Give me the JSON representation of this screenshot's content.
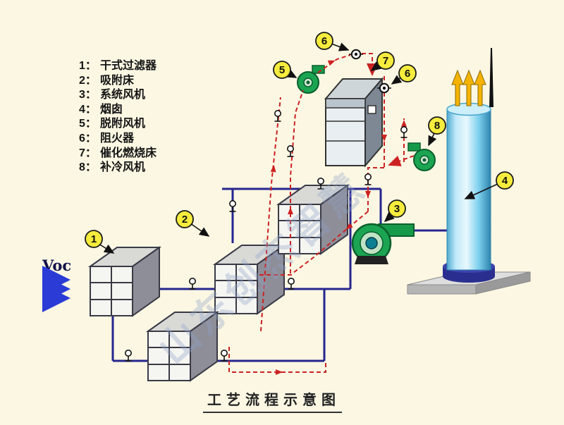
{
  "page": {
    "background": "#fbf7e3",
    "title": "工艺流程示意图",
    "watermark": "山东创杰智慧"
  },
  "legend": {
    "items": [
      {
        "num": "1：",
        "label": "干式过滤器"
      },
      {
        "num": "2：",
        "label": "吸附床"
      },
      {
        "num": "3：",
        "label": "系统风机"
      },
      {
        "num": "4：",
        "label": "烟囱"
      },
      {
        "num": "5：",
        "label": "脱附风机"
      },
      {
        "num": "6：",
        "label": "阻火器"
      },
      {
        "num": "7：",
        "label": "催化燃烧床"
      },
      {
        "num": "8：",
        "label": "补冷风机"
      }
    ]
  },
  "diagram": {
    "voc": "Voc",
    "badges": {
      "b1": "1",
      "b2": "2",
      "b3": "3",
      "b4": "4",
      "b5": "5",
      "b6a": "6",
      "b6b": "6",
      "b7": "7",
      "b8": "8"
    },
    "colors": {
      "pipe_main": "#26268f",
      "pipe_desorption": "#cc2222",
      "fan_body": "#1ba452",
      "chimney_blue": "#7fd0ef",
      "badge_yellow": "#f5ec3d"
    }
  }
}
